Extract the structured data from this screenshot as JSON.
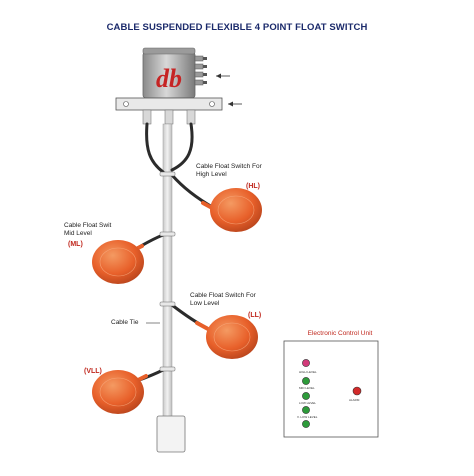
{
  "title": "CABLE SUSPENDED FLEXIBLE 4 POINT FLOAT SWITCH",
  "logo_text": "db",
  "labels": {
    "high": "Cable Float Switch For\nHigh Level",
    "high_code": "(HL)",
    "mid": "Cable Float Swit\nMid Level",
    "mid_code": "(ML)",
    "low": "Cable Float Switch For\nLow Level",
    "low_code": "(LL)",
    "tie": "Cable Tie",
    "vll_code": "(VLL)"
  },
  "ecu": {
    "title": "Electronic Control Unit",
    "indicators": [
      {
        "label": "",
        "color": "#d23a7a"
      },
      {
        "label": "HIGH LEVEL",
        "color": "#2d9b3a"
      },
      {
        "label": "MID LEVEL",
        "color": "#2d9b3a"
      },
      {
        "label": "LOW LEVEL",
        "color": "#2d9b3a"
      },
      {
        "label": "V. LOW LEVEL",
        "color": "#2d9b3a"
      }
    ],
    "alarm": {
      "label": "ALARM",
      "color": "#d32a2a"
    }
  },
  "colors": {
    "title": "#1b2a6b",
    "float_orange": "#e8602a",
    "code_red": "#c0281e",
    "cable": "#2b2b2b"
  }
}
